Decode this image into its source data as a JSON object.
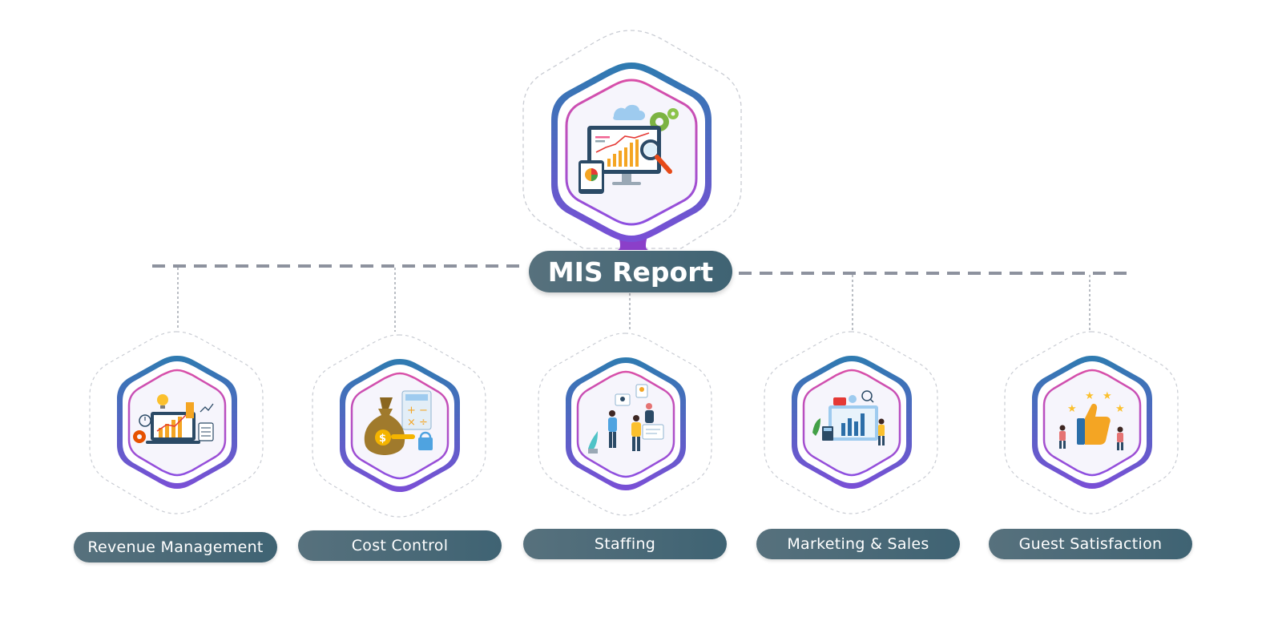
{
  "root": {
    "label": "MIS Report",
    "icon": "analytics-monitor-icon"
  },
  "children": [
    {
      "label": "Revenue Management",
      "icon": "revenue-growth-icon"
    },
    {
      "label": "Cost Control",
      "icon": "money-bag-calculator-icon"
    },
    {
      "label": "Staffing",
      "icon": "team-people-icon"
    },
    {
      "label": "Marketing & Sales",
      "icon": "marketing-dashboard-icon"
    },
    {
      "label": "Guest Satisfaction",
      "icon": "thumbs-up-rating-icon"
    }
  ],
  "colors": {
    "pill": "#4e6c79",
    "hex_outer": "#2e7bb0",
    "hex_outer_end": "#7a4fd6",
    "hex_inner_ring": "#d94fa8",
    "connector": "#8d929e",
    "dashed_outline": "#c9ccd3"
  }
}
